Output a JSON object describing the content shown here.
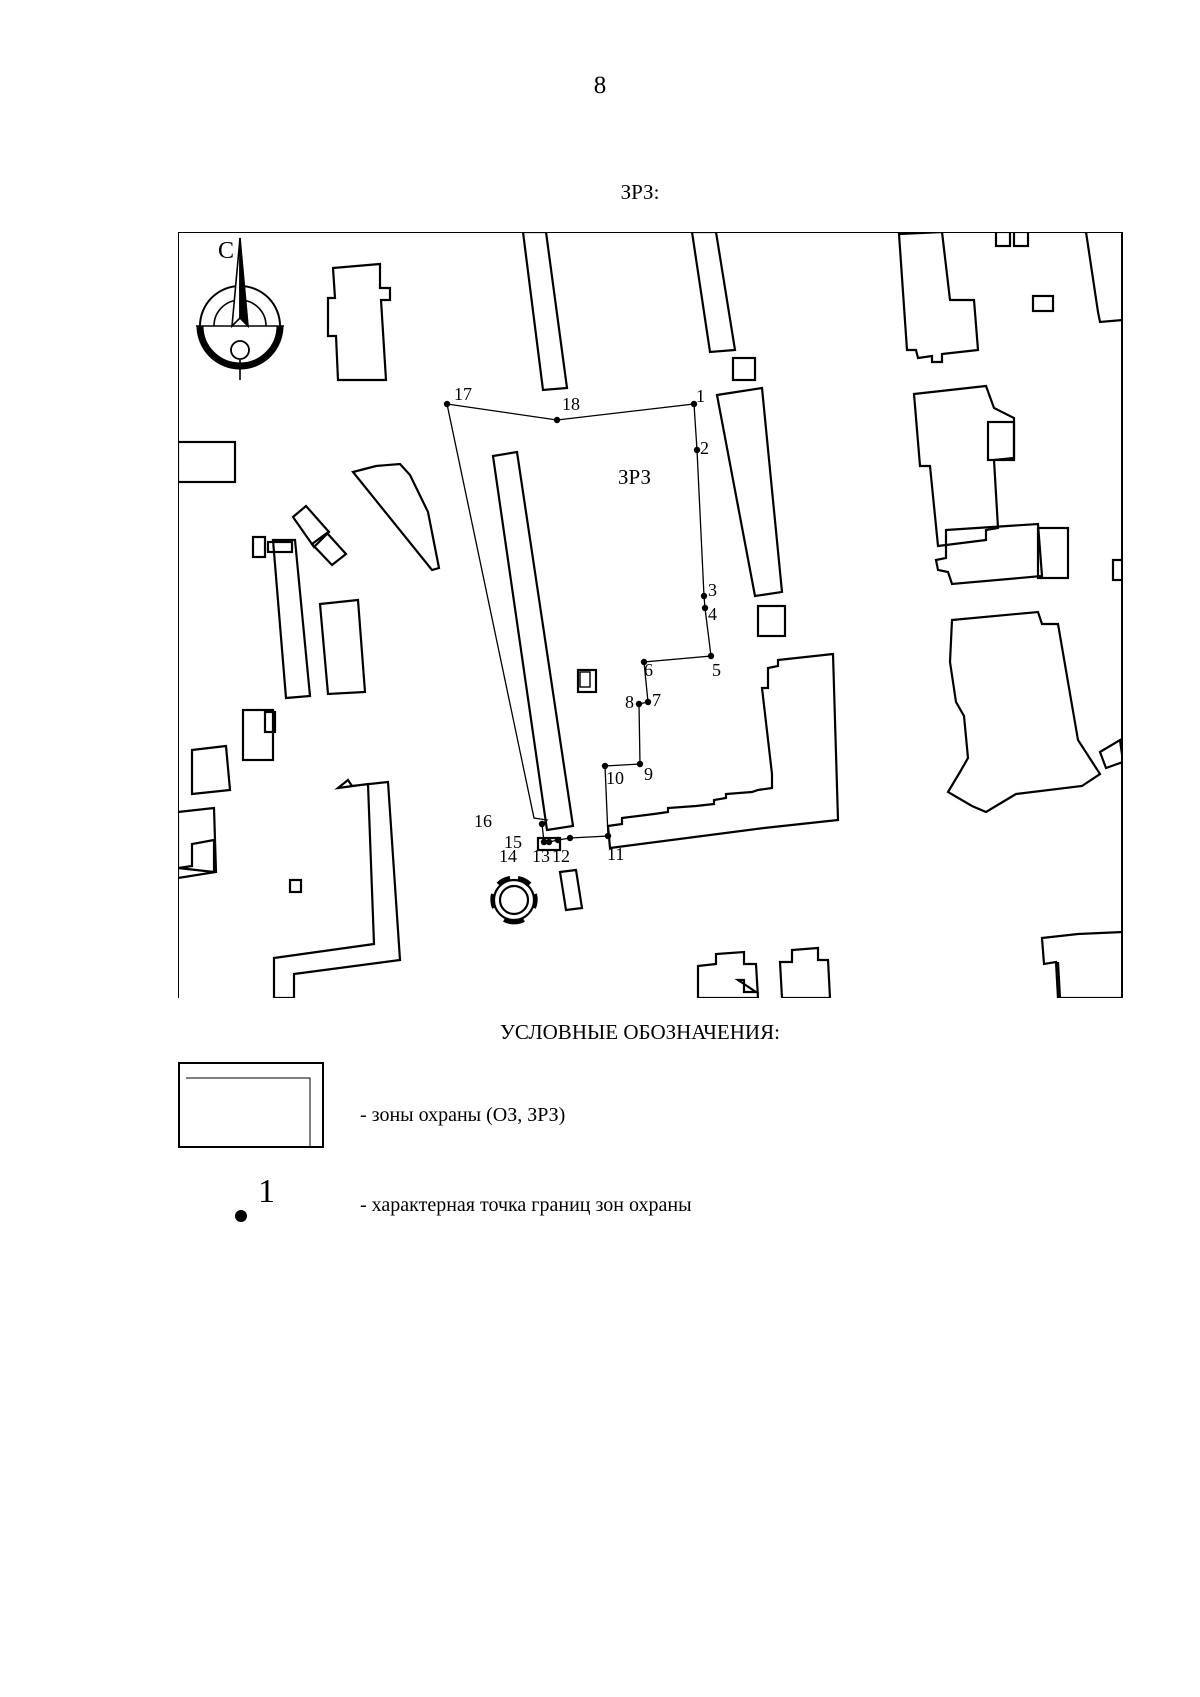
{
  "page_number": "8",
  "map_title": "ЗРЗ:",
  "map": {
    "north_label": "С",
    "zone_label": "ЗРЗ",
    "boundary_points": [
      {
        "n": "1"
      },
      {
        "n": "2"
      },
      {
        "n": "3"
      },
      {
        "n": "4"
      },
      {
        "n": "5"
      },
      {
        "n": "6"
      },
      {
        "n": "7"
      },
      {
        "n": "8"
      },
      {
        "n": "9"
      },
      {
        "n": "10"
      },
      {
        "n": "11"
      },
      {
        "n": "12"
      },
      {
        "n": "13"
      },
      {
        "n": "14"
      },
      {
        "n": "15"
      },
      {
        "n": "16"
      },
      {
        "n": "17"
      },
      {
        "n": "18"
      }
    ]
  },
  "legend": {
    "heading": "УСЛОВНЫЕ ОБОЗНАЧЕНИЯ:",
    "zone_text": "- зоны охраны (ОЗ, ЗРЗ)",
    "point_symbol_label": "1",
    "point_text": "- характерная точка границ зон охраны"
  }
}
